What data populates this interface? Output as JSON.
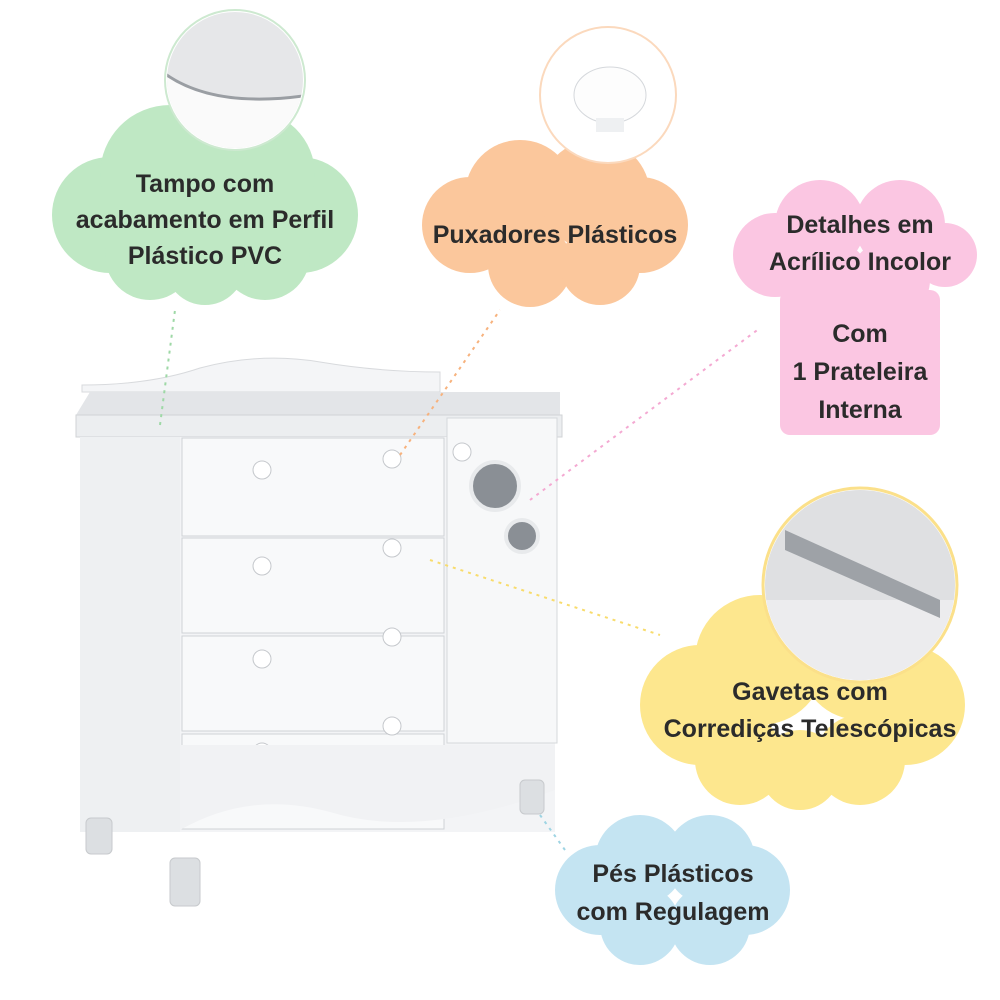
{
  "callouts": {
    "top": {
      "lines": [
        "Tampo com",
        "acabamento em Perfil",
        "Plástico PVC"
      ],
      "color": "#bfe8c4"
    },
    "handles": {
      "lines": [
        "Puxadores Plásticos"
      ],
      "color": "#fbc79c"
    },
    "acrylic": {
      "lines": [
        "Detalhes em",
        "Acrílico Incolor"
      ],
      "extra_lines": [
        "Com",
        "1 Prateleira",
        "Interna"
      ],
      "color": "#fbc6e2"
    },
    "drawers": {
      "lines": [
        "Gavetas com",
        "Corrediças Telescópicas"
      ],
      "color": "#fde78e"
    },
    "feet": {
      "lines": [
        "Pés Plásticos",
        "com Regulagem"
      ],
      "color": "#c4e4f2"
    }
  }
}
